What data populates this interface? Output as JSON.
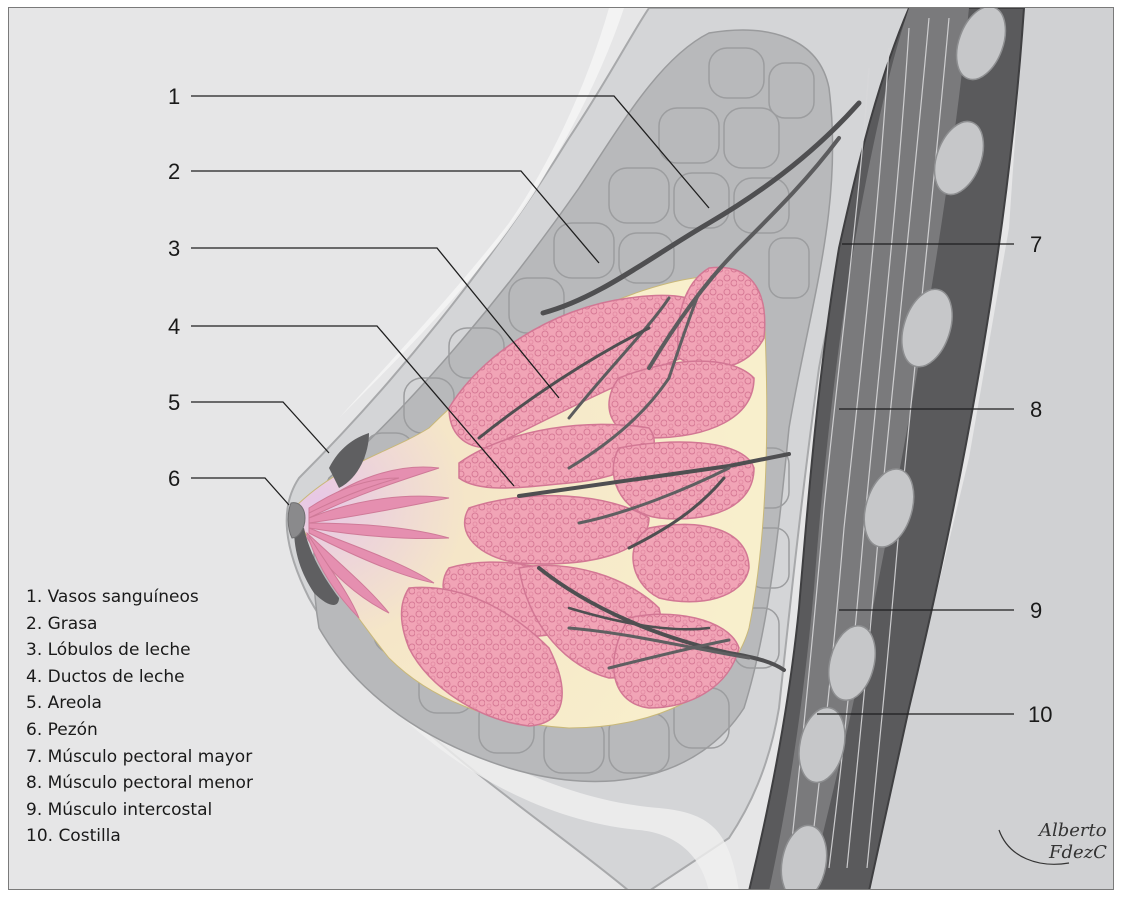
{
  "callout_numbers": [
    "1",
    "2",
    "3",
    "4",
    "5",
    "6",
    "7",
    "8",
    "9",
    "10"
  ],
  "legend": [
    "1. Vasos sanguíneos",
    "2. Grasa",
    "3. Lóbulos de leche",
    "4. Ductos de leche",
    "5. Areola",
    "6. Pezón",
    "7. Músculo pectoral mayor",
    "8. Músculo pectoral menor",
    "9. Músculo intercostal",
    "10. Costilla"
  ],
  "signature": [
    "Alberto",
    "FdezC"
  ],
  "colors": {
    "background": "#e6e6e7",
    "outer_skin": "#d3d4d6",
    "fat": "#b6b7b9",
    "lobules": "#ef9fb3",
    "ducts": "#f7ecc6",
    "areola": "#5e5e60",
    "muscle_dark": "#5a5a5c",
    "ribs": "#c5c6c8",
    "vessels": "#4f4f51"
  }
}
